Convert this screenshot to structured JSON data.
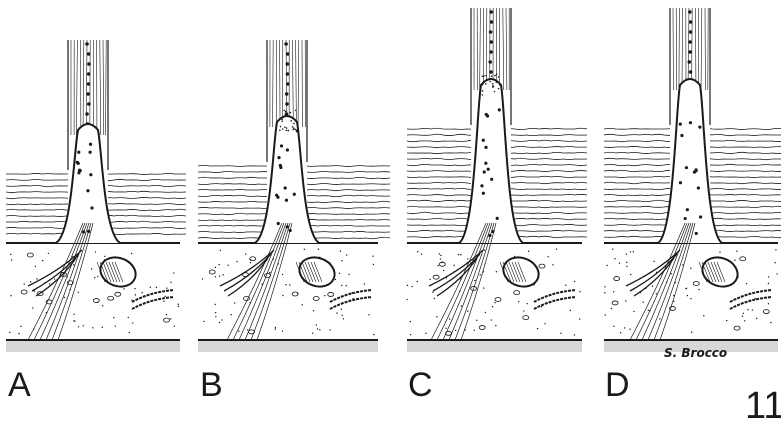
{
  "figure": {
    "panels": [
      {
        "id": "A",
        "label": "A"
      },
      {
        "id": "B",
        "label": "B"
      },
      {
        "id": "C",
        "label": "C"
      },
      {
        "id": "D",
        "label": "D"
      }
    ],
    "figure_number": "11",
    "signature": "S. Brocco"
  },
  "colors": {
    "ink": "#1a1a1a",
    "paper": "#ffffff",
    "basement": "#bdbdbd"
  }
}
